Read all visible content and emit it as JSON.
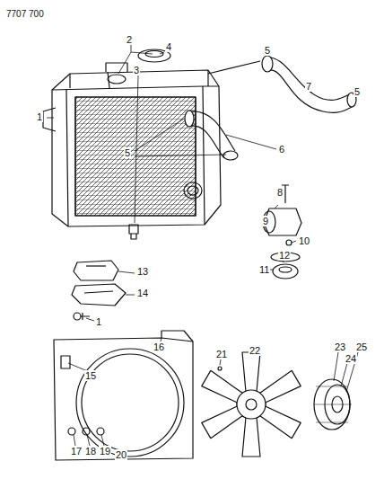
{
  "diagram": {
    "labels": [
      "7707 700",
      "1",
      "2",
      "3",
      "4",
      "5",
      "7",
      "5",
      "6",
      "5",
      "8",
      "9",
      "10",
      "11",
      "12",
      "13",
      "14",
      "1",
      "16",
      "15",
      "21",
      "22",
      "23",
      "24",
      "25",
      "17",
      "18",
      "19",
      "20"
    ]
  }
}
